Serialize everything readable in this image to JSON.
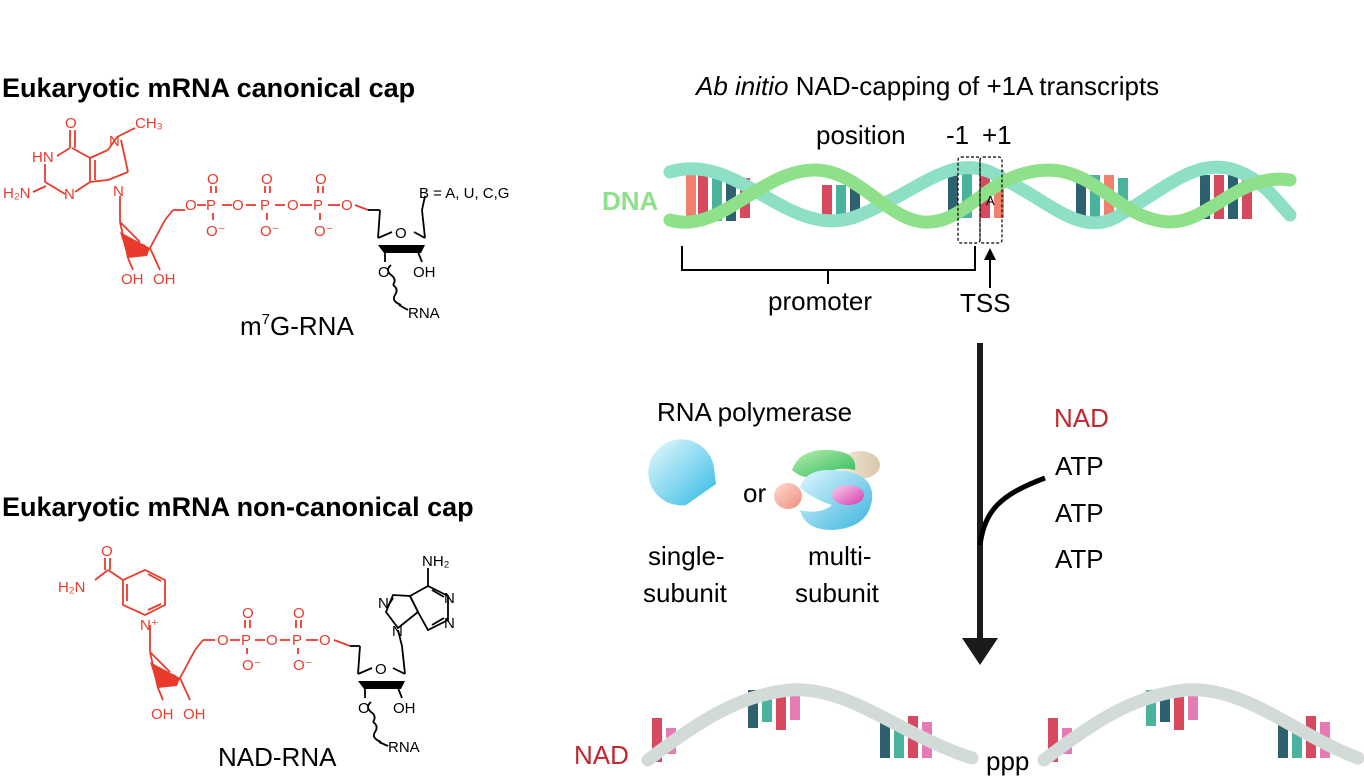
{
  "left": {
    "canonical": {
      "heading": "Eukaryotic mRNA canonical cap",
      "caption_main": "m",
      "caption_sup": "7",
      "caption_rest": "G-RNA",
      "base_note": "B = A, U, C,G",
      "atoms": {
        "O": "O",
        "HN": "HN",
        "N": "N",
        "H2N": "H₂N",
        "CH3": "CH₃",
        "P": "P",
        "O_minus": "O⁻",
        "OH": "OH",
        "RNA": "RNA"
      }
    },
    "noncanonical": {
      "heading": "Eukaryotic mRNA non-canonical cap",
      "caption": "NAD-RNA",
      "atoms": {
        "O": "O",
        "H2N": "H₂N",
        "NH2": "NH₂",
        "N_plus": "N⁺",
        "N": "N",
        "P": "P",
        "O_minus": "O⁻",
        "OH": "OH",
        "RNA": "RNA"
      }
    }
  },
  "right": {
    "title_italic": "Ab initio",
    "title_rest": " NAD-capping of +1A transcripts",
    "position_label": "position",
    "pos_minus1": "-1",
    "pos_plus1": "+1",
    "dna_label": "DNA",
    "base_A": "A",
    "promoter_label": "promoter",
    "tss_label": "TSS",
    "polymerase_label": "RNA polymerase",
    "or_label": "or",
    "single_line1": "single-",
    "single_line2": "subunit",
    "multi_line1": "multi-",
    "multi_line2": "subunit",
    "substrates": [
      "NAD",
      "ATP",
      "ATP",
      "ATP"
    ],
    "product_nad": "NAD",
    "product_ppp": "ppp"
  },
  "colors": {
    "red": "#ea3a2c",
    "nad_red": "#c1272d",
    "dna_green": "#8ee08a",
    "strand_teal": "#8ddfc6",
    "rna_grey": "#d3dbd8",
    "base_dark": "#2e6170",
    "base_teal": "#4bb39d",
    "base_red": "#d6495f",
    "base_salmon": "#f07f6b",
    "base_pink": "#e67ab4"
  }
}
